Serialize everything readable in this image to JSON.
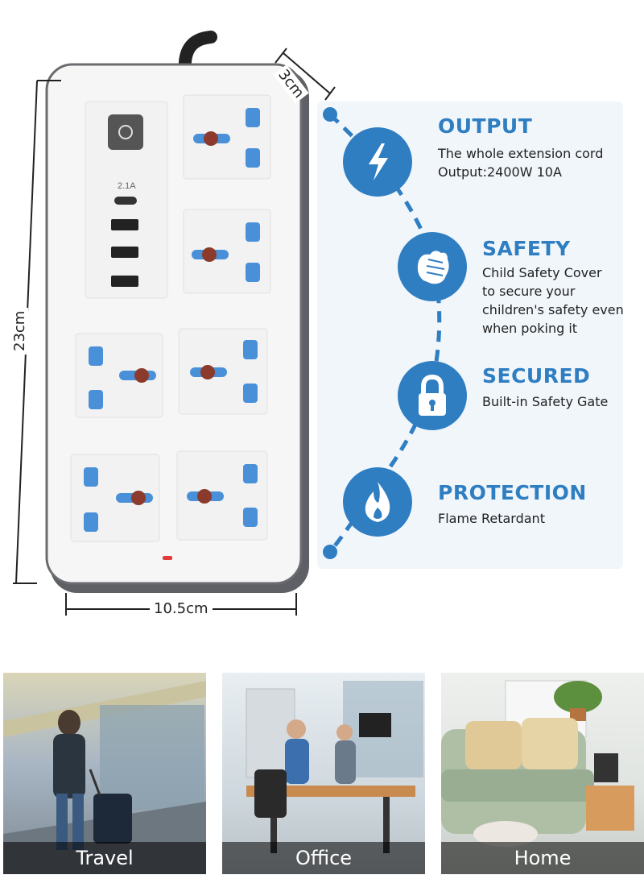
{
  "dimensions": {
    "depth": "3cm",
    "height": "23cm",
    "width": "10.5cm"
  },
  "usb": {
    "rating": "2.1A"
  },
  "features": [
    {
      "title": "OUTPUT",
      "lines": [
        "The whole extension cord",
        "Output:2400W 10A"
      ],
      "icon": "lightning-icon"
    },
    {
      "title": "SAFETY",
      "lines": [
        "Child Safety Cover",
        "to secure your",
        "children's safety even",
        "when poking it"
      ],
      "icon": "fist-icon"
    },
    {
      "title": "SECURED",
      "lines": [
        "Built-in Safety Gate"
      ],
      "icon": "padlock-icon"
    },
    {
      "title": "PROTECTION",
      "lines": [
        "Flame Retardant"
      ],
      "icon": "flame-icon"
    }
  ],
  "scenes": [
    {
      "label": "Travel"
    },
    {
      "label": "Office"
    },
    {
      "label": "Home"
    }
  ],
  "colors": {
    "accent": "#2f7ec2",
    "socket_blue": "#4a90d9",
    "casing": "#f7f7f7",
    "casing_border": "#5d5f63"
  }
}
